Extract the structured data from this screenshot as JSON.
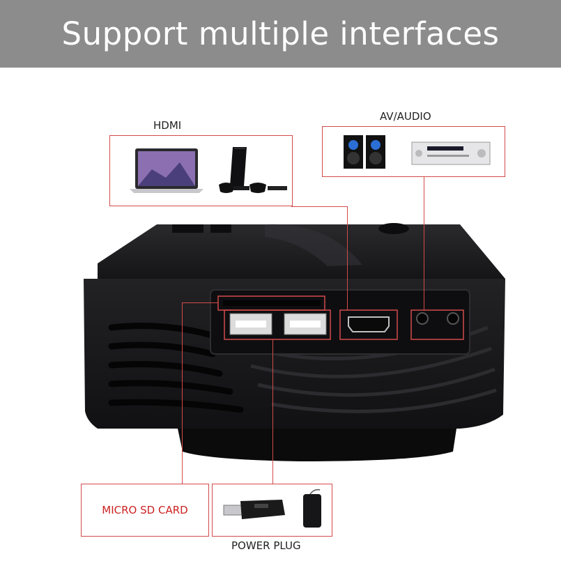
{
  "banner": {
    "title": "Support multiple interfaces"
  },
  "labels": {
    "hdmi": "HDMI",
    "av_audio": "AV/AUDIO",
    "micro_sd": "MICRO SD CARD",
    "power_plug": "POWER PLUG"
  },
  "colors": {
    "banner_bg": "#8c8c8c",
    "callout_line": "#d34a4a",
    "projector_body": "#1c1c1e"
  },
  "icons": [
    "laptop-icon",
    "game-console-icon",
    "speakers-icon",
    "av-receiver-icon",
    "usb-drive-icon",
    "power-bank-icon"
  ]
}
